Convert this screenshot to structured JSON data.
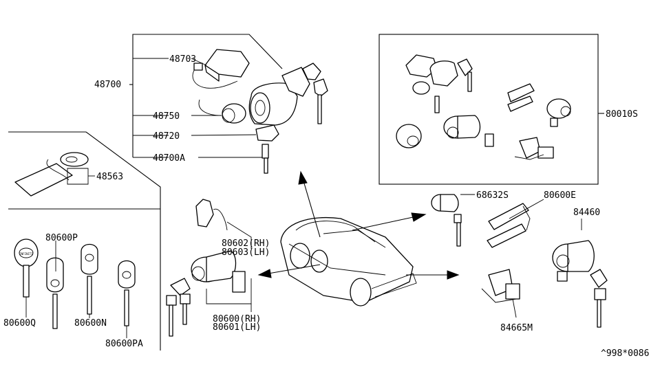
{
  "labels": {
    "p48703": "48703",
    "p48700": "48700",
    "p48750": "48750",
    "p48720": "48720",
    "p48700A": "48700A",
    "p48563": "48563",
    "p80010S": "80010S",
    "p68632S": "68632S",
    "p80600E": "80600E",
    "p84460": "84460",
    "p84665M": "84665M",
    "p80602RH": "80602(RH)",
    "p80603LH": "80603(LH)",
    "p80600RH": "80600(RH)",
    "p80601LH": "80601(LH)",
    "p80600P": "80600P",
    "p80600Q": "80600Q",
    "p80600N": "80600N",
    "p80600PA": "80600PA"
  },
  "footer": {
    "code": "^998*0086"
  },
  "key_brand": "INFINITI"
}
